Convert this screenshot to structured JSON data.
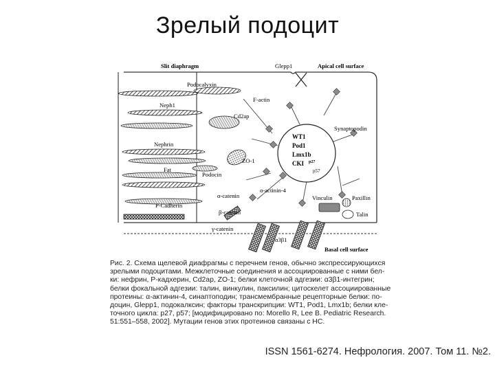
{
  "slide": {
    "title": "Зрелый подоцит"
  },
  "diagram": {
    "labels": {
      "slit_diaphragm": "Slit diaphragm",
      "glepp1": "Glepp1",
      "apical_surface": "Apical cell surface",
      "podocalyxin": "Podocalyxin",
      "f_actin": "F-actin",
      "neph1": "Neph1",
      "cd2ap": "Cd2ap",
      "nephrin": "Nephrin",
      "synaptopodin": "Synaptopodin",
      "zo1": "ZO-1",
      "fat": "Fat",
      "podocin": "Podocin",
      "p_cadherin": "P-Cadherin",
      "alpha_catenin": "α-catenin",
      "alpha_actinin4": "α-actinin-4",
      "vinculin": "Vinculin",
      "paxillin": "Paxillin",
      "talin": "Talin",
      "beta_catenin": "β-catenin",
      "gamma_catenin": "γ-catenin",
      "a3b1": "α3β1",
      "basal_surface": "Basal cell surface"
    },
    "nucleus_genes": [
      "WT1",
      "Pod1",
      "Lmx1b",
      "CKI"
    ],
    "nucleus_gene_superscript": "p27",
    "nucleus_note": "p57"
  },
  "caption": {
    "lines": [
      "Рис. 2. Схема щелевой диафрагмы с перечнем генов, обычно экспрессирующихся",
      "зрелыми подоцитами. Межклеточные соединения и ассоциированные с ними бел-",
      "ки: нефрин, Р-кадхерин, Cd2ap, ZO-1; белки клеточной адгезии: α3β1-интегрин;",
      "белки фокальной адгезии: талин, винкулин, паксилин; цитоскелет ассоциированные",
      "протеины: α-актинин-4, синаптоподин; трансмембранные рецепторные белки: по-",
      "доцин, Glepp1, подокалксин; факторы транскрипции: WT1, Pod1, Lmx1b; белки кле-",
      "точного цикла: р27, р57; [модифицировано по: Morello R, Lee B. Pediatric Research.",
      "51:551–558, 2002]. Мутации генов этих протеинов связаны с НС."
    ]
  },
  "footer": {
    "text": "ISSN 1561-6274. Нефрология. 2007. Том 11. №2."
  }
}
